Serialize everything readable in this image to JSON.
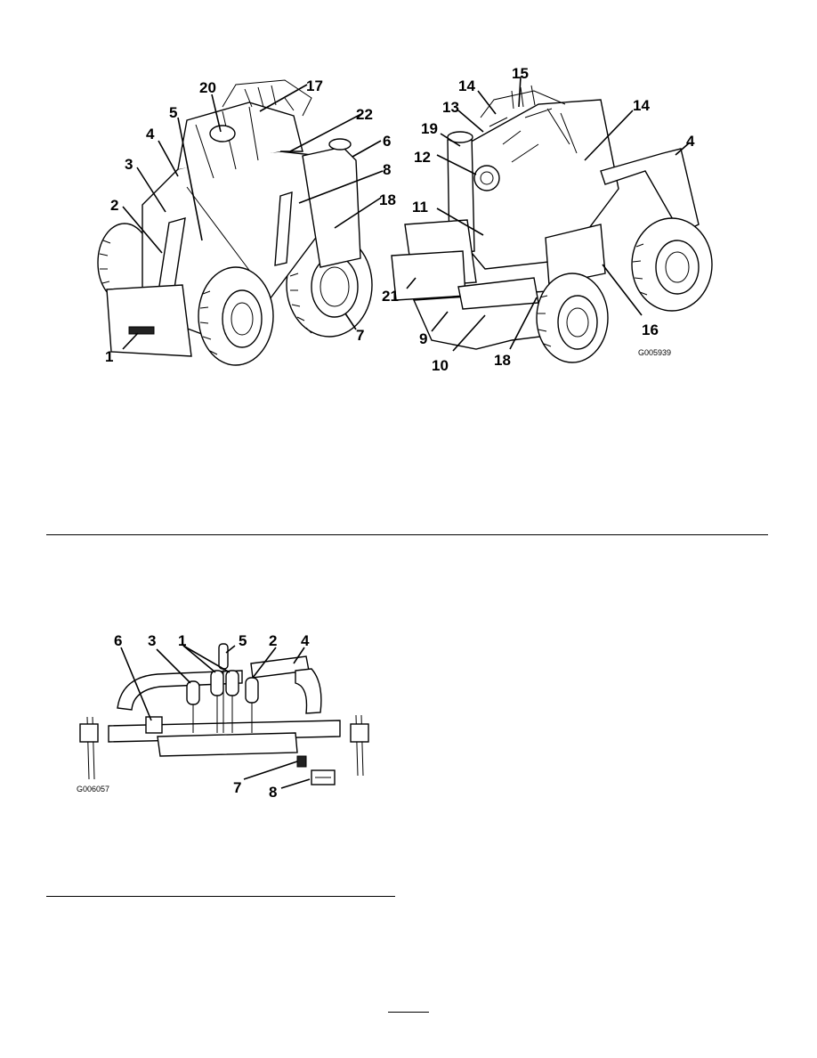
{
  "figure_top_left": {
    "callouts": [
      "1",
      "2",
      "3",
      "4",
      "5",
      "20",
      "17",
      "22",
      "6",
      "8",
      "18",
      "7"
    ]
  },
  "figure_top_right": {
    "id": "G005939",
    "callouts": [
      "14",
      "15",
      "13",
      "14",
      "19",
      "4",
      "12",
      "11",
      "21",
      "9",
      "10",
      "18",
      "16"
    ]
  },
  "figure_bottom": {
    "id": "G006057",
    "callouts": [
      "6",
      "3",
      "1",
      "5",
      "2",
      "4",
      "7",
      "8"
    ]
  }
}
